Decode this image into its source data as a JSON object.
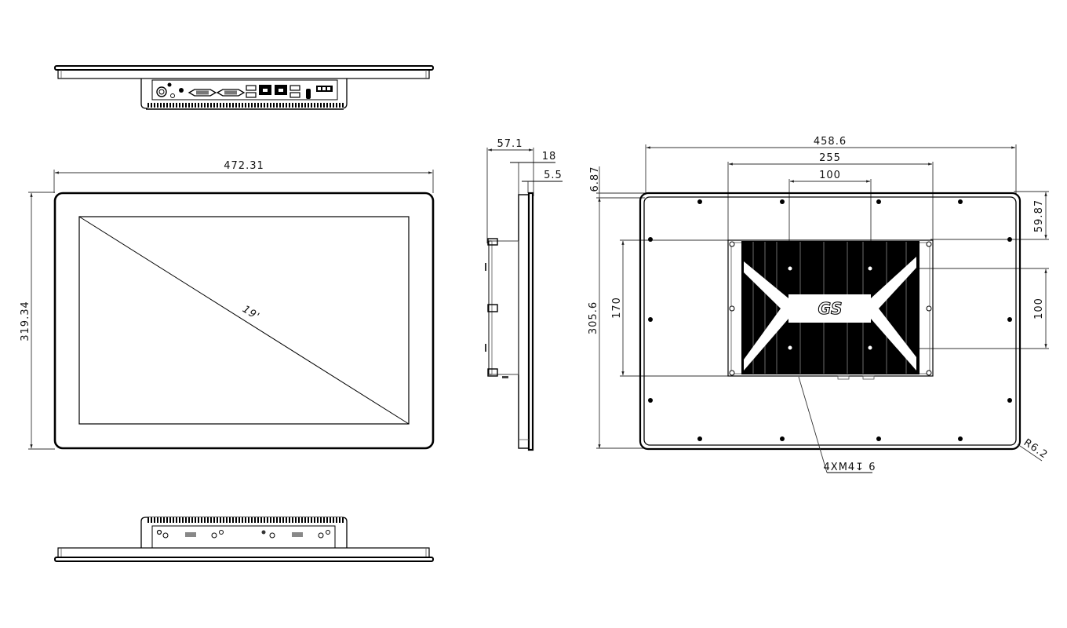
{
  "drawing": {
    "subject": "19-inch panel PC mechanical drawing",
    "views": {
      "top_view": {
        "description": "top edge view showing I/O ports"
      },
      "front_view": {
        "width_label": "472.31",
        "height_label": "319.34",
        "diagonal_label": "19'"
      },
      "side_view": {
        "depth_label": "57.1",
        "bezel_label": "18",
        "front_label": "5.5"
      },
      "rear_view": {
        "width_label": "458.6",
        "mount_outer_label": "255",
        "vesa_h_label": "100",
        "top_offset_label": "6.87",
        "height_label": "305.6",
        "mount_v_label": "170",
        "vesa_v_label": "100",
        "vesa_top_label": "59.87",
        "corner_radius_label": "R6.2",
        "screw_note_label": "4XM4↧ 6",
        "logo_label": "GS"
      },
      "bottom_view": {
        "description": "bottom edge view showing heatsink fins"
      }
    }
  }
}
